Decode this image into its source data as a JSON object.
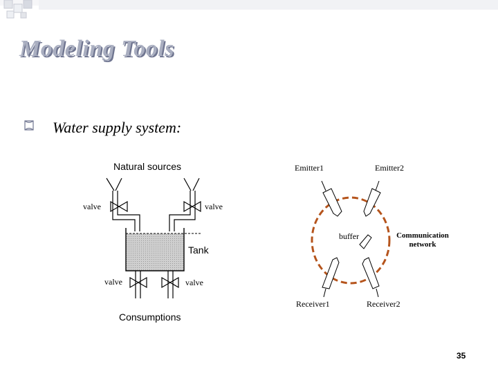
{
  "slide": {
    "title": "Modeling Tools",
    "bullet": "Water supply system:",
    "page_number": "35",
    "accent_color": "#a9aec0",
    "network_ring_color": "#b5541c"
  },
  "water_diagram": {
    "sources_label": "Natural sources",
    "valve_top_left": "valve",
    "valve_top_right": "valve",
    "tank_label": "Tank",
    "valve_bottom_left": "valve",
    "valve_bottom_right": "valve",
    "consumptions_label": "Consumptions"
  },
  "network_diagram": {
    "emitter1": "Emitter1",
    "emitter2": "Emitter2",
    "buffer": "buffer",
    "network_label": "Communication network",
    "receiver1": "Receiver1",
    "receiver2": "Receiver2"
  }
}
